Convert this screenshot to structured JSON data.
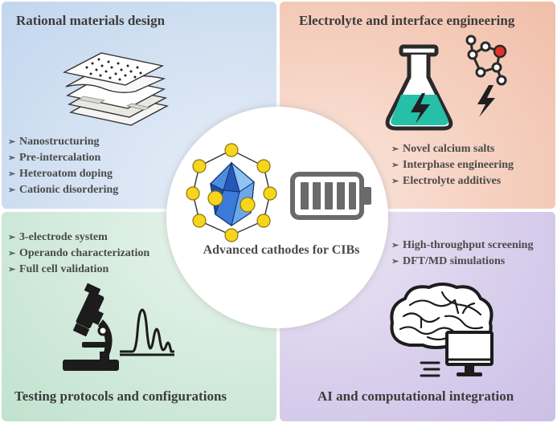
{
  "center": {
    "label": "Advanced cathodes for CIBs"
  },
  "quadrants": {
    "top_left": {
      "title": "Rational materials design",
      "items": [
        "Nanostructuring",
        "Pre-intercalation",
        "Heteroatom doping",
        "Cationic disordering"
      ]
    },
    "top_right": {
      "title": "Electrolyte and  interface engineering",
      "items": [
        "Novel calcium salts",
        "Interphase engineering",
        "Electrolyte additives"
      ]
    },
    "bottom_left": {
      "title": "Testing protocols and configurations",
      "items": [
        "3-electrode system",
        "Operando characterization",
        "Full cell validation"
      ]
    },
    "bottom_right": {
      "title": "AI and computational integration",
      "items": [
        "High-throughput screening",
        "DFT/MD simulations"
      ]
    }
  },
  "icons": {
    "layers": "layered-sheets-icon",
    "flask": "lightning-flask-icon",
    "molecule": "molecule-icon",
    "crystal": "polyhedron-crystal-icon",
    "battery": "battery-icon",
    "microscope": "microscope-icon",
    "spectrum": "spectrum-peaks-icon",
    "brain": "brain-circuit-icon",
    "computer": "computer-monitor-icon"
  },
  "colors": {
    "top_left_bg": "#c9dbef",
    "top_right_bg": "#f3c9b6",
    "bottom_left_bg": "#cbe7d6",
    "bottom_right_bg": "#d4cbea",
    "flask_liquid": "#26bfa8",
    "atom_yellow": "#f6d51c",
    "crystal_blue": "#2f6fd0",
    "molecule_red": "#e5312b"
  }
}
